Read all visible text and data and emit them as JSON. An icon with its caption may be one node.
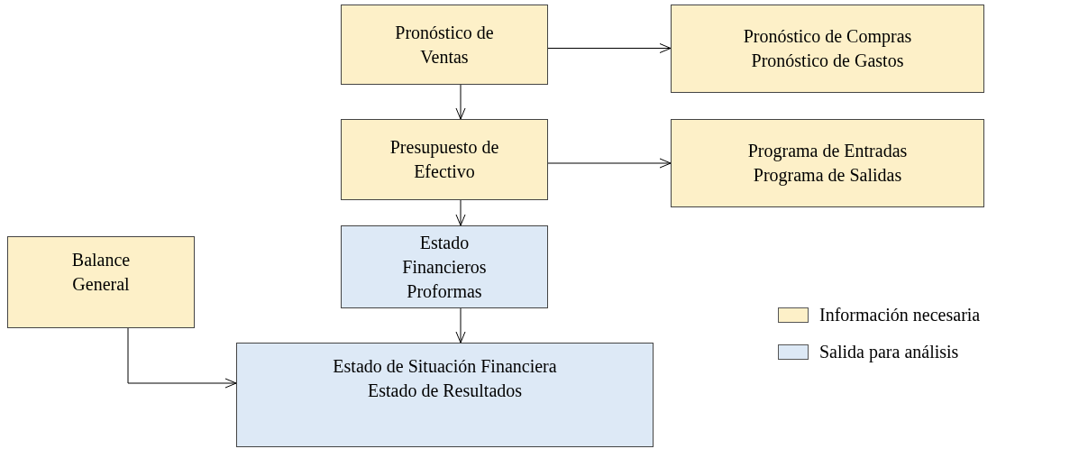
{
  "diagram": {
    "nodes": [
      {
        "text": [
          "Pronóstico de Ventas"
        ]
      },
      {
        "text": [
          "Pronóstico de Compras",
          "Pronóstico de Gastos"
        ]
      },
      {
        "text": [
          "Presupuesto de Efectivo"
        ]
      },
      {
        "text": [
          "Programa de Entradas",
          "Programa de Salidas"
        ]
      },
      {
        "text": [
          "Balance General"
        ]
      },
      {
        "text": [
          "Estado Financieros Proformas"
        ]
      },
      {
        "text": [
          "Estado de Situación Financiera",
          "Estado de Resultados"
        ]
      }
    ],
    "edges": [
      {
        "from": 0,
        "to": 1,
        "arrow": "to"
      },
      {
        "from": 0,
        "to": 2,
        "arrow": "to"
      },
      {
        "from": 2,
        "to": 3,
        "arrow": "to"
      },
      {
        "from": 2,
        "to": 5,
        "arrow": "to"
      },
      {
        "from": 4,
        "to": 6,
        "arrow": "to"
      },
      {
        "from": 5,
        "to": 6,
        "arrow": "to"
      }
    ],
    "legend": [
      {
        "text": "Información necesaria",
        "color": "#fdf0c8"
      },
      {
        "text": "Salida para análisis",
        "color": "#dde9f6"
      }
    ]
  }
}
